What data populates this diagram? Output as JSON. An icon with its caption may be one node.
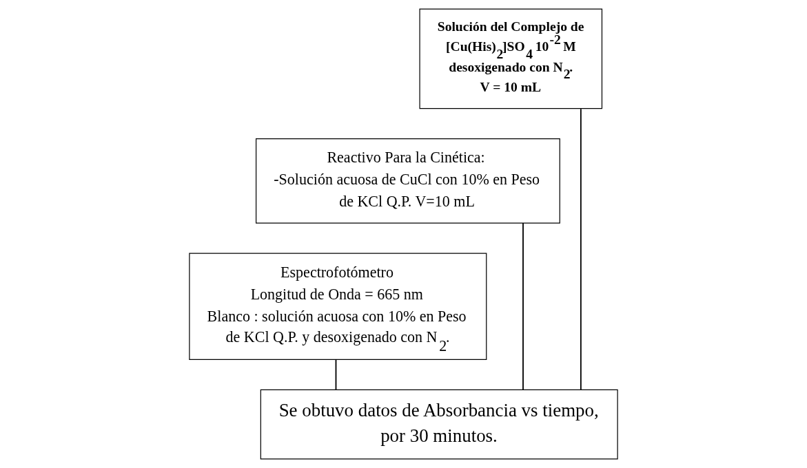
{
  "diagram": {
    "nodes": [
      {
        "text": [
          "Solución del Complejo de",
          "[Cu(His)$_{2}$]SO$_{4}$ 10$^{-2}$ M",
          "desoxigenado con N$_{2}$.",
          "V = 10 mL"
        ]
      },
      {
        "text": [
          "Reactivo Para la Cinética:",
          "-Solución acuosa de CuCl con 10% en Peso de KCl Q.P. V=10 mL"
        ]
      },
      {
        "text": [
          "Espectrofotómetro",
          "Longitud de Onda = 665 nm",
          "Blanco : solución acuosa con 10% en Peso de KCl Q.P. y desoxigenado con N$_{2}$."
        ]
      },
      {
        "text": [
          "Se obtuvo datos de Absorbancia vs tiempo, por 30 minutos."
        ]
      }
    ],
    "edges": [
      {
        "from": 0,
        "to": 3,
        "arrow": "none"
      },
      {
        "from": 1,
        "to": 3,
        "arrow": "none"
      },
      {
        "from": 2,
        "to": 3,
        "arrow": "none"
      }
    ]
  }
}
